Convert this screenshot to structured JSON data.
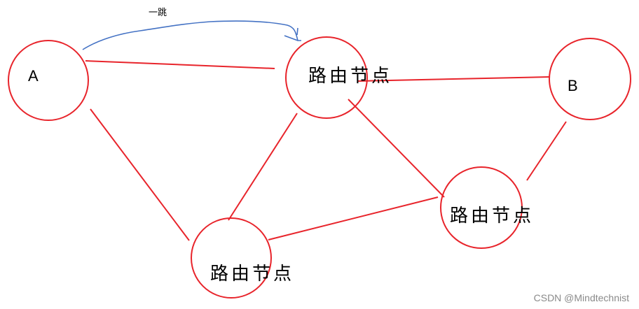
{
  "nodes": {
    "a": "A",
    "b": "B",
    "router_top": "路由节点",
    "router_right": "路由节点",
    "router_bottom": "路由节点"
  },
  "annotation": {
    "hop": "一跳"
  },
  "watermark": "CSDN @Mindtechnist",
  "colors": {
    "node": "#e8242b",
    "link": "#e8242b",
    "hop_arrow": "#4472c4"
  }
}
